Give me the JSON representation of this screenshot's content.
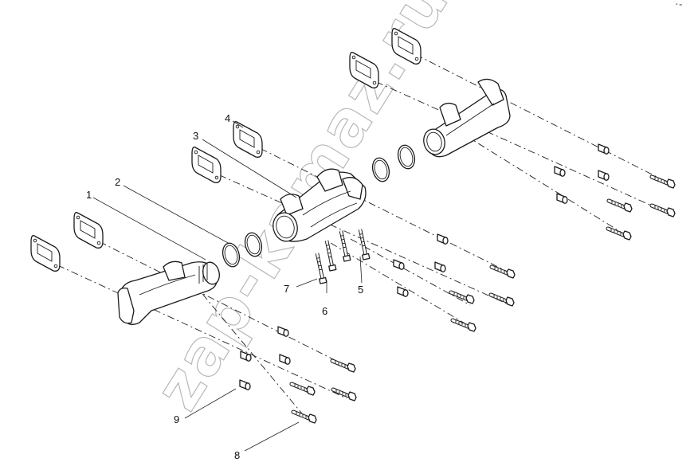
{
  "diagram": {
    "callouts": [
      "1",
      "2",
      "3",
      "4",
      "5",
      "6",
      "7",
      "8",
      "9"
    ],
    "corner_mark": "* =",
    "watermark": "zap-kamaz.ru"
  }
}
